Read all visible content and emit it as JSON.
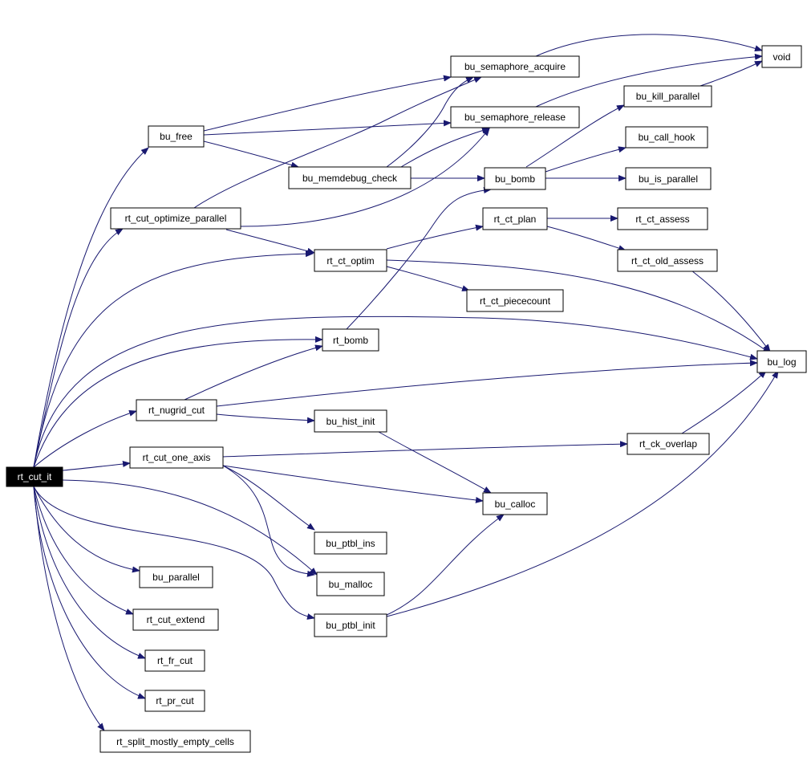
{
  "colors": {
    "edge": "#191970",
    "root_fill": "#000000",
    "root_text": "#ffffff",
    "node_fill": "#ffffff",
    "node_border": "#000000"
  },
  "nodes": {
    "rt_cut_it": "rt_cut_it",
    "bu_free": "bu_free",
    "rt_cut_optimize_parallel": "rt_cut_optimize_parallel",
    "rt_nugrid_cut": "rt_nugrid_cut",
    "rt_cut_one_axis": "rt_cut_one_axis",
    "bu_parallel": "bu_parallel",
    "rt_cut_extend": "rt_cut_extend",
    "rt_fr_cut": "rt_fr_cut",
    "rt_pr_cut": "rt_pr_cut",
    "rt_split_mostly_empty_cells": "rt_split_mostly_empty_cells",
    "bu_semaphore_acquire": "bu_semaphore_acquire",
    "bu_semaphore_release": "bu_semaphore_release",
    "bu_memdebug_check": "bu_memdebug_check",
    "rt_ct_optim": "rt_ct_optim",
    "rt_bomb": "rt_bomb",
    "bu_hist_init": "bu_hist_init",
    "bu_ptbl_ins": "bu_ptbl_ins",
    "bu_malloc": "bu_malloc",
    "bu_ptbl_init": "bu_ptbl_init",
    "bu_bomb": "bu_bomb",
    "rt_ct_plan": "rt_ct_plan",
    "rt_ct_piececount": "rt_ct_piececount",
    "bu_calloc": "bu_calloc",
    "bu_kill_parallel": "bu_kill_parallel",
    "bu_call_hook": "bu_call_hook",
    "bu_is_parallel": "bu_is_parallel",
    "rt_ct_assess": "rt_ct_assess",
    "rt_ct_old_assess": "rt_ct_old_assess",
    "rt_ck_overlap": "rt_ck_overlap",
    "void": "void",
    "bu_log": "bu_log"
  }
}
